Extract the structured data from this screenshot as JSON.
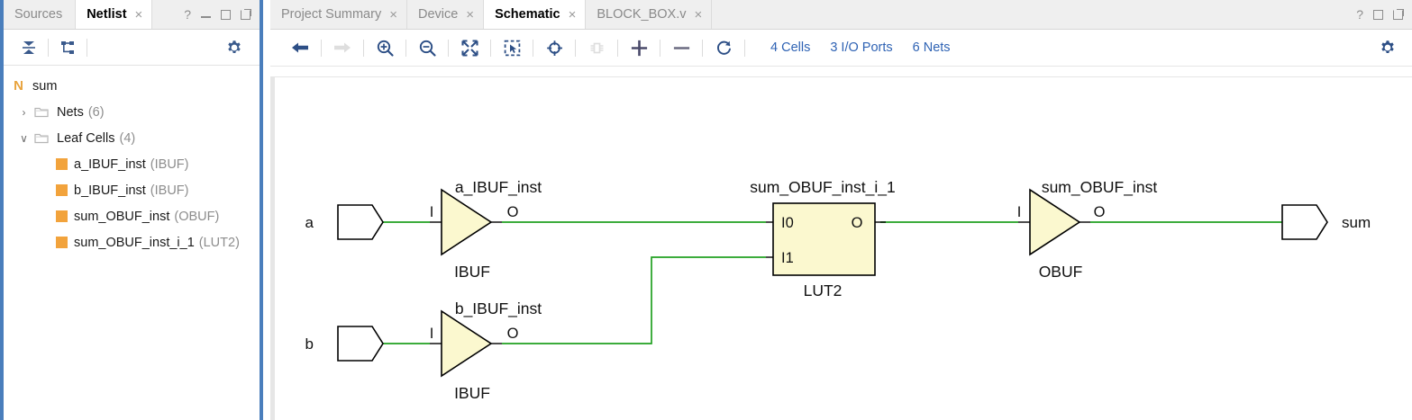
{
  "left_panel": {
    "tabs": [
      {
        "label": "Sources",
        "active": false,
        "closable": false
      },
      {
        "label": "Netlist",
        "active": true,
        "closable": true,
        "close": "×"
      }
    ],
    "window_buttons": {
      "help": "?",
      "minimize": "minimize-icon",
      "maximize": "maximize-icon",
      "float": "float-icon"
    },
    "toolbar": {
      "collapse_all": "collapse-all-icon",
      "hierarchy": "hierarchy-icon",
      "settings": "gear-icon"
    },
    "tree": {
      "root": {
        "badge": "N",
        "label": "sum"
      },
      "groups": [
        {
          "twisty": "›",
          "label": "Nets",
          "count": "(6)",
          "expanded": false
        },
        {
          "twisty": "∨",
          "label": "Leaf Cells",
          "count": "(4)",
          "expanded": true
        }
      ],
      "leaf_cells": [
        {
          "label": "a_IBUF_inst",
          "type": "(IBUF)"
        },
        {
          "label": "b_IBUF_inst",
          "type": "(IBUF)"
        },
        {
          "label": "sum_OBUF_inst",
          "type": "(OBUF)"
        },
        {
          "label": "sum_OBUF_inst_i_1",
          "type": "(LUT2)"
        }
      ]
    }
  },
  "right_panel": {
    "tabs": [
      {
        "label": "Project Summary",
        "active": false,
        "close": "×"
      },
      {
        "label": "Device",
        "active": false,
        "close": "×"
      },
      {
        "label": "Schematic",
        "active": true,
        "close": "×"
      },
      {
        "label": "BLOCK_BOX.v",
        "active": false,
        "close": "×"
      }
    ],
    "window_buttons": {
      "help": "?",
      "maximize": "maximize-icon",
      "float": "float-icon"
    },
    "toolbar": {
      "buttons": [
        {
          "name": "back-arrow-icon",
          "enabled": true
        },
        {
          "name": "forward-arrow-icon",
          "enabled": false
        },
        {
          "name": "zoom-in-icon",
          "enabled": true
        },
        {
          "name": "zoom-out-icon",
          "enabled": true
        },
        {
          "name": "zoom-fit-icon",
          "enabled": true
        },
        {
          "name": "zoom-area-icon",
          "enabled": true
        },
        {
          "name": "crosshair-icon",
          "enabled": true
        },
        {
          "name": "chip-icon",
          "enabled": false
        },
        {
          "name": "expand-plus-icon",
          "enabled": true
        },
        {
          "name": "collapse-minus-icon",
          "enabled": true
        },
        {
          "name": "refresh-icon",
          "enabled": true
        }
      ],
      "stats": [
        {
          "label": "4 Cells"
        },
        {
          "label": "3 I/O Ports"
        },
        {
          "label": "6 Nets"
        }
      ],
      "settings": "gear-icon"
    }
  },
  "schematic": {
    "colors": {
      "wire": "#21a021",
      "cell_fill": "#fbf8cf",
      "cell_stroke": "#000000",
      "port_fill": "#ffffff"
    },
    "ports": [
      {
        "name": "a",
        "label": "a",
        "direction": "input"
      },
      {
        "name": "b",
        "label": "b",
        "direction": "input"
      },
      {
        "name": "sum",
        "label": "sum",
        "direction": "output"
      }
    ],
    "cells": [
      {
        "instance": "a_IBUF_inst",
        "type": "IBUF",
        "shape": "triangle",
        "pins": {
          "in": "I",
          "out": "O"
        }
      },
      {
        "instance": "b_IBUF_inst",
        "type": "IBUF",
        "shape": "triangle",
        "pins": {
          "in": "I",
          "out": "O"
        }
      },
      {
        "instance": "sum_OBUF_inst_i_1",
        "type": "LUT2",
        "shape": "rect",
        "pins": {
          "in0": "I0",
          "in1": "I1",
          "out": "O"
        }
      },
      {
        "instance": "sum_OBUF_inst",
        "type": "OBUF",
        "shape": "triangle",
        "pins": {
          "in": "I",
          "out": "O"
        }
      }
    ]
  }
}
